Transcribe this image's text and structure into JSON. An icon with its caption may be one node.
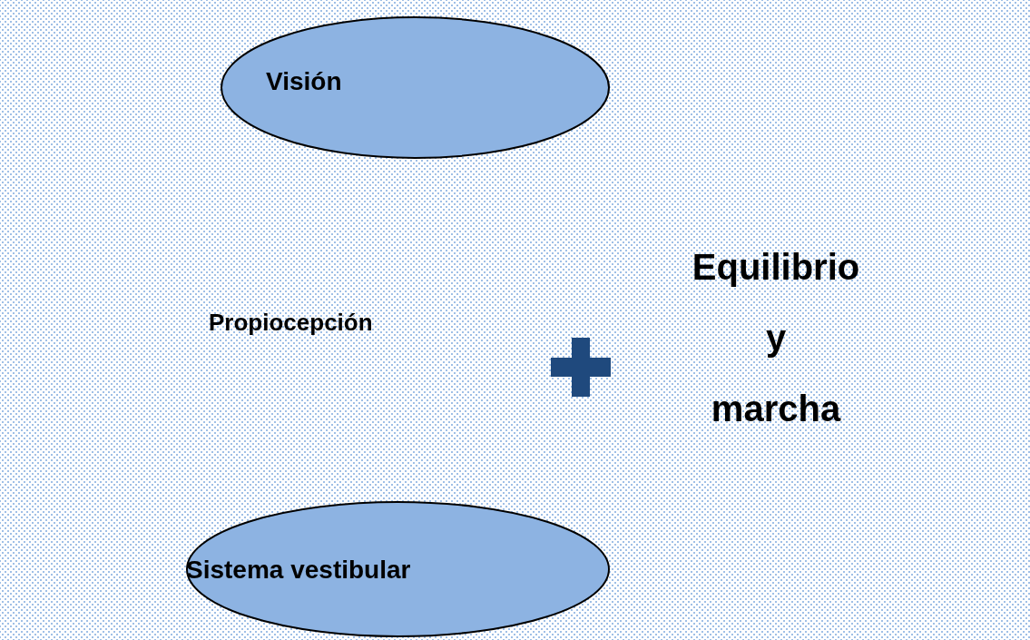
{
  "diagram": {
    "nodes": [
      {
        "text": [
          "Visión"
        ]
      },
      {
        "text": [
          "Sistema vestibular"
        ]
      }
    ],
    "labels": [
      "Propiocepción",
      "Equilibrio y marcha"
    ]
  }
}
